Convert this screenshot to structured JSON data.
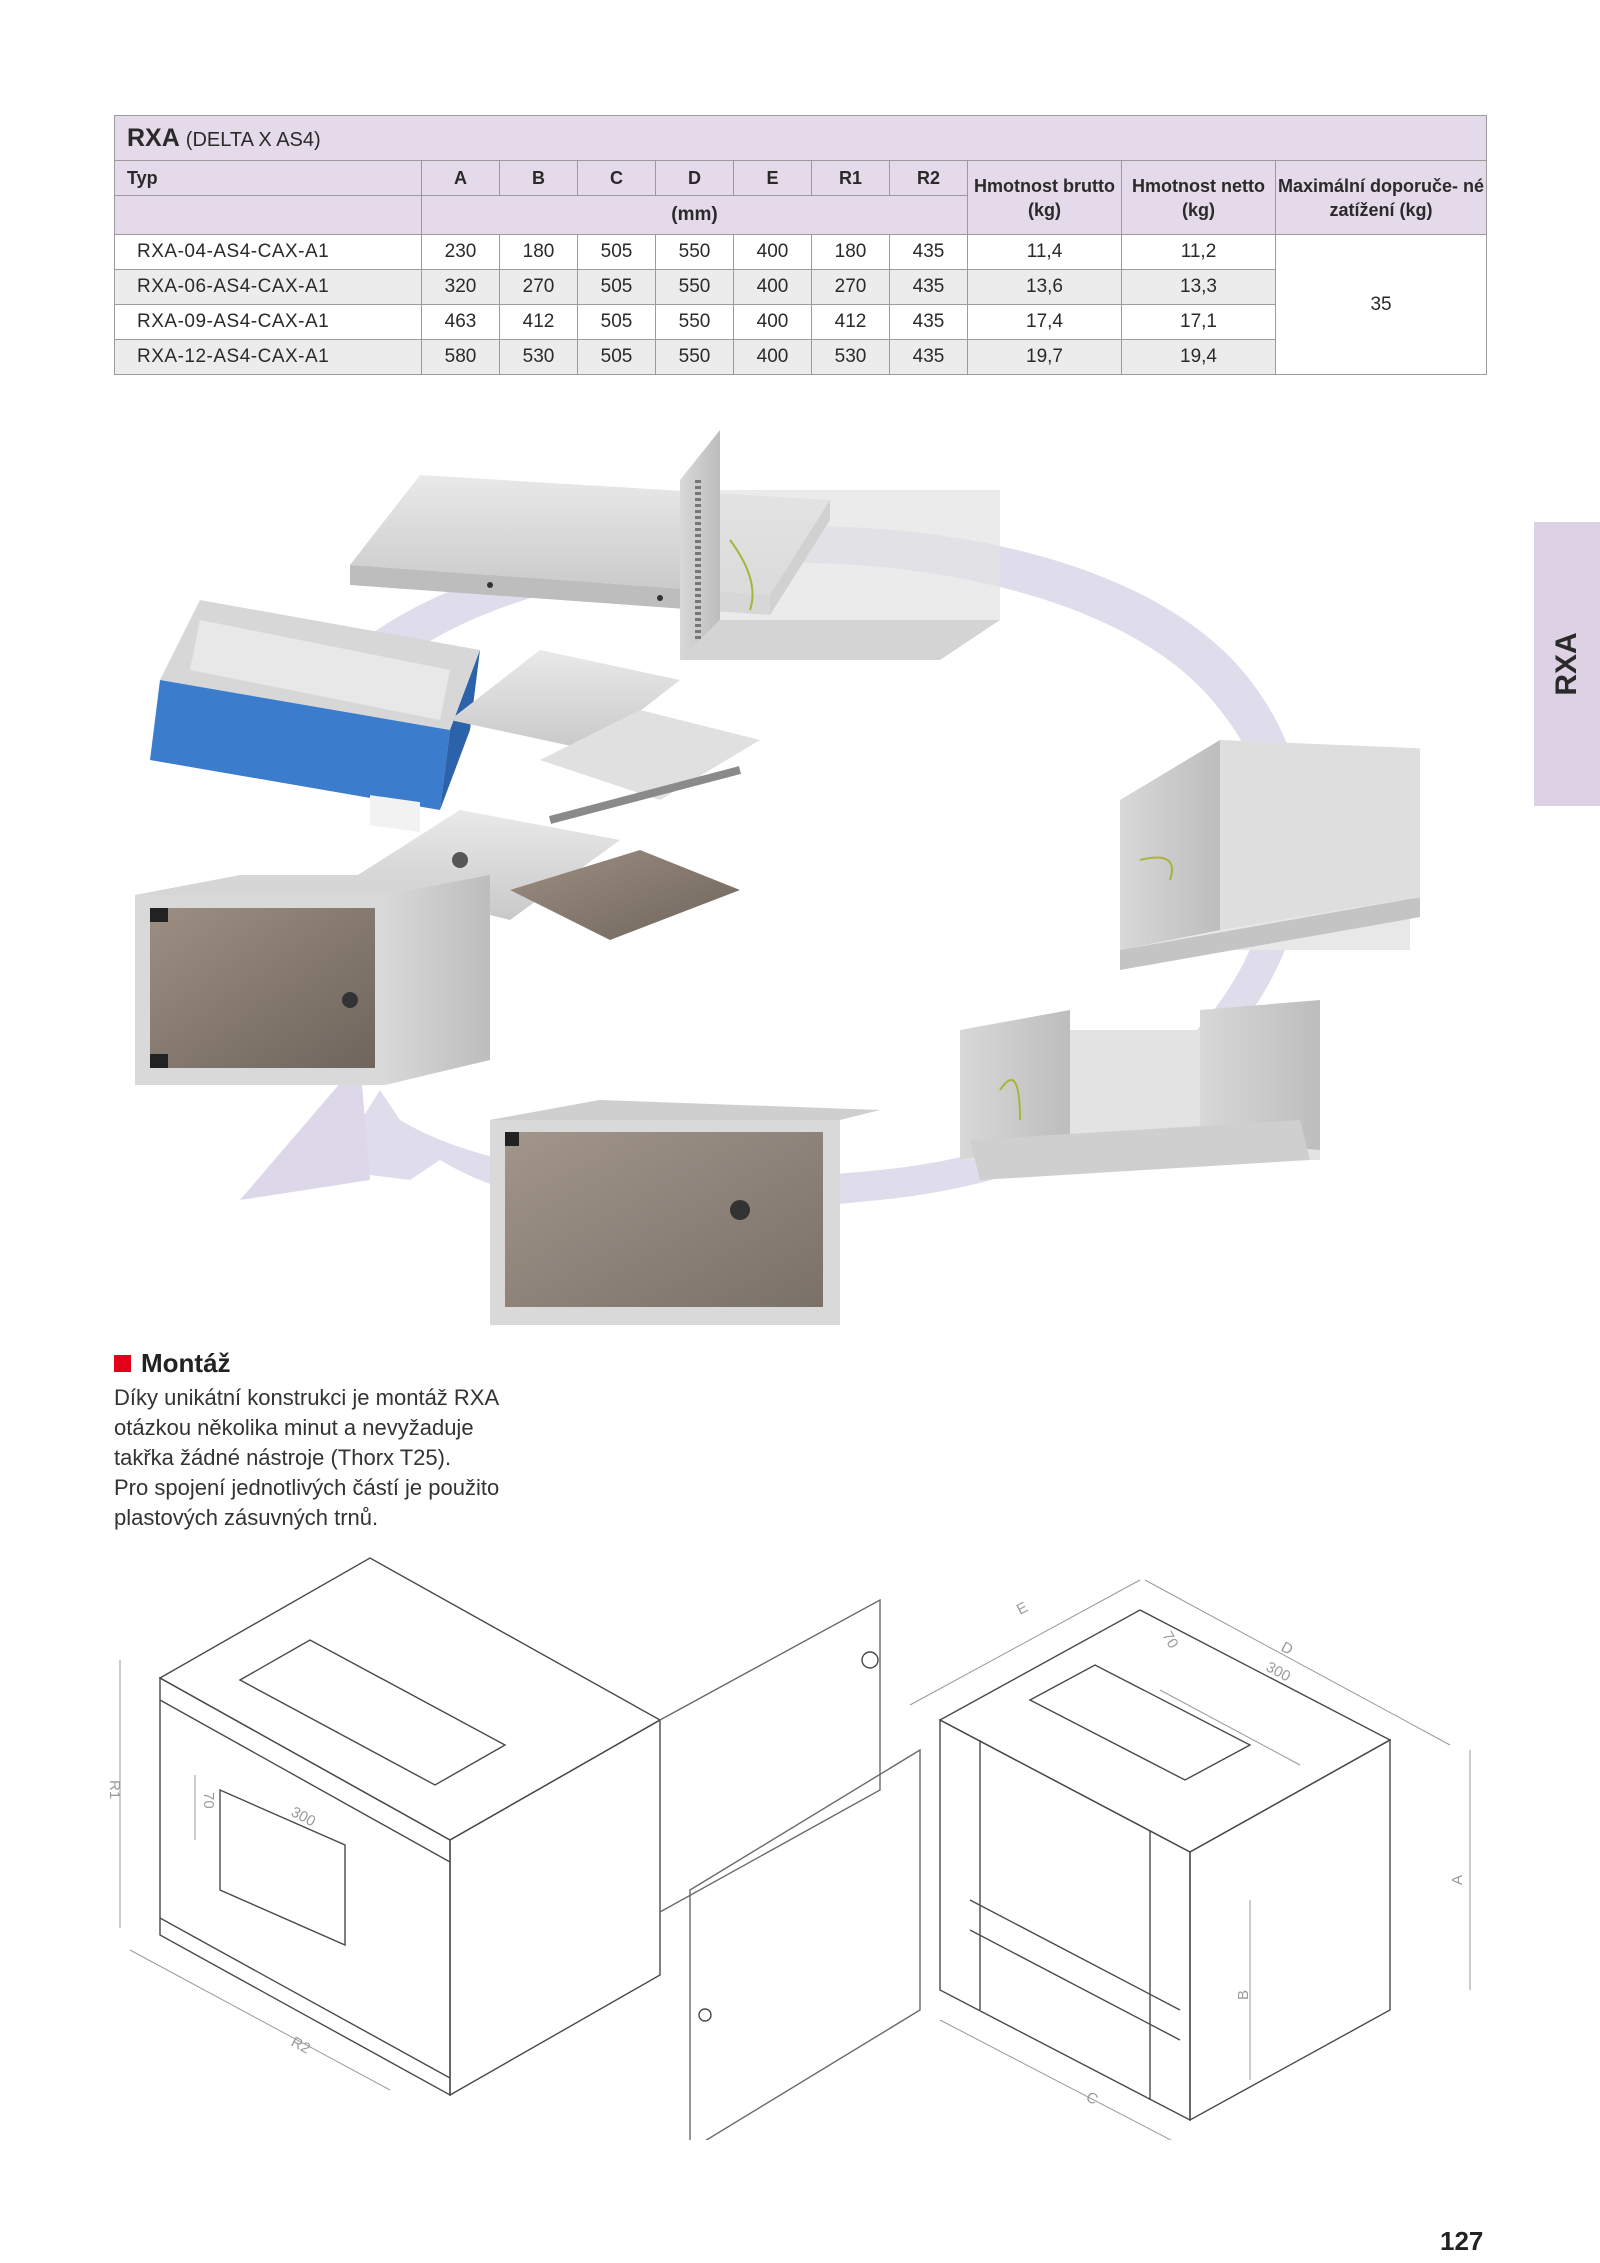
{
  "table": {
    "title_bold": "RXA",
    "title_rest": "(DELTA X AS4)",
    "headers": {
      "typ": "Typ",
      "cols": [
        "A",
        "B",
        "C",
        "D",
        "E",
        "R1",
        "R2"
      ],
      "unit": "(mm)",
      "brutto": "Hmotnost brutto (kg)",
      "netto": "Hmotnost netto (kg)",
      "max": "Maximální doporuče- né zatížení (kg)"
    },
    "rows": [
      {
        "typ": "RXA-04-AS4-CAX-A1",
        "v": [
          "230",
          "180",
          "505",
          "550",
          "400",
          "180",
          "435"
        ],
        "brutto": "11,4",
        "netto": "11,2"
      },
      {
        "typ": "RXA-06-AS4-CAX-A1",
        "v": [
          "320",
          "270",
          "505",
          "550",
          "400",
          "270",
          "435"
        ],
        "brutto": "13,6",
        "netto": "13,3"
      },
      {
        "typ": "RXA-09-AS4-CAX-A1",
        "v": [
          "463",
          "412",
          "505",
          "550",
          "400",
          "412",
          "435"
        ],
        "brutto": "17,4",
        "netto": "17,1"
      },
      {
        "typ": "RXA-12-AS4-CAX-A1",
        "v": [
          "580",
          "530",
          "505",
          "550",
          "400",
          "530",
          "435"
        ],
        "brutto": "19,7",
        "netto": "19,4"
      }
    ],
    "max_value": "35"
  },
  "side_tab": "RXA",
  "montaz": {
    "heading": "Montáž",
    "lines": [
      "Díky unikátní konstrukci je montáž RXA",
      "otázkou několika minut a nevyžaduje",
      "takřka žádné nástroje (Thorx T25).",
      "Pro spojení jednotlivých částí je použito",
      "plastových zásuvných trnů."
    ]
  },
  "drawing_labels": {
    "r1": "R1",
    "r2": "R2",
    "d70_left": "70",
    "d300_left": "300",
    "e": "E",
    "d": "D",
    "d70_right": "70",
    "d300_right": "300",
    "a": "A",
    "b": "B",
    "c": "C"
  },
  "page_number": "127",
  "colors": {
    "accent_purple": "#e4daea",
    "bullet_red": "#e3001b",
    "arrow_lavender": "#dcd8ea"
  }
}
